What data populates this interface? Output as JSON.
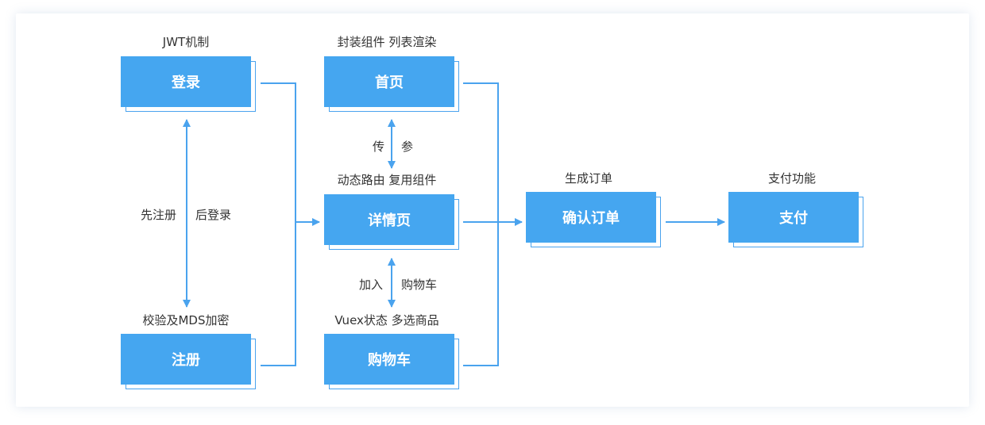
{
  "colors": {
    "node_fill": "#45a6f0",
    "line": "#4aa3ee",
    "text": "#333333"
  },
  "nodes": {
    "login": {
      "label": "登录",
      "caption": "JWT机制"
    },
    "register": {
      "label": "注册",
      "caption": "校验及MDS加密"
    },
    "home": {
      "label": "首页",
      "caption": "封装组件 列表渲染"
    },
    "detail": {
      "label": "详情页",
      "caption": "动态路由 复用组件"
    },
    "cart": {
      "label": "购物车",
      "caption": "Vuex状态 多选商品"
    },
    "confirm": {
      "label": "确认订单",
      "caption": "生成订单"
    },
    "pay": {
      "label": "支付",
      "caption": "支付功能"
    }
  },
  "edge_labels": {
    "login_register_left": "先注册",
    "login_register_right": "后登录",
    "home_detail_left": "传",
    "home_detail_right": "参",
    "detail_cart_left": "加入",
    "detail_cart_right": "购物车"
  }
}
